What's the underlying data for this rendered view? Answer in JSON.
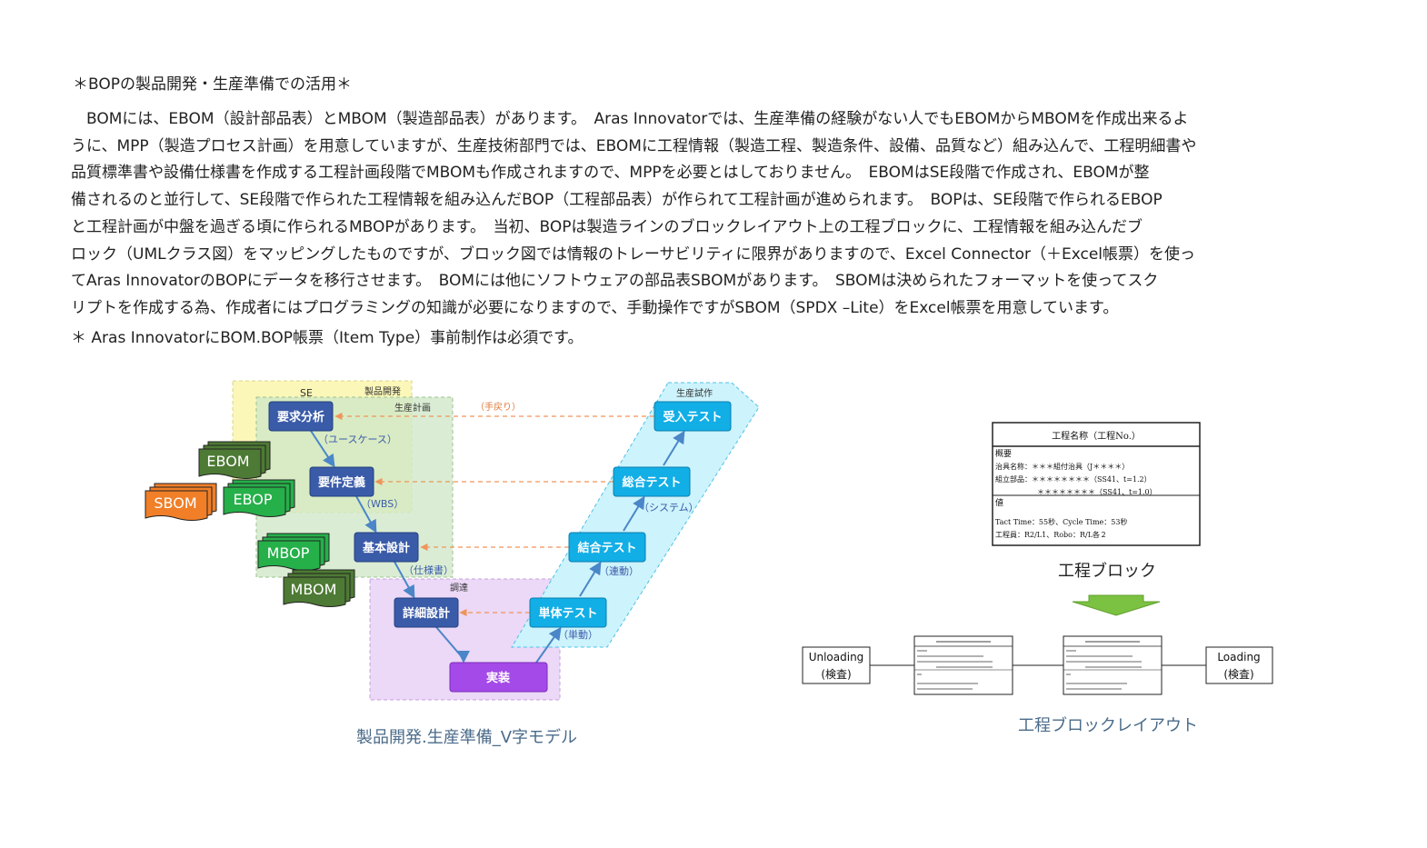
{
  "heading": "＊BOPの製品開発・生産準備での活用＊",
  "paragraph": [
    "　BOMには、EBOM（設計部品表）とMBOM（製造部品表）があります。　Aras Innovatorでは、生産準備の経験がない人でもEBOMからMBOMを作成出来るよ",
    "うに、MPP（製造プロセス計画）を用意していますが、生産技術部門では、EBOMに工程情報（製造工程、製造条件、設備、品質など）組み込んで、工程明細書や",
    "品質標準書や設備仕様書を作成する工程計画段階でMBOMも作成されますので、MPPを必要とはしておりません。　EBOMはSE段階で作成され、EBOMが整",
    "備されるのと並行して、SE段階で作られた工程情報を組み込んだBOP（工程部品表）が作られて工程計画が進められます。　BOPは、SE段階で作られるEBOP",
    "と工程計画が中盤を過ぎる頃に作られるMBOPがあります。　当初、BOPは製造ラインのブロックレイアウト上の工程ブロックに、工程情報を組み込んだブ",
    "ロック（UMLクラス図）をマッピングしたものですが、ブロック図では情報のトレーサビリティに限界がありますので、Excel Connector（＋Excel帳票）を使っ",
    "てAras InnovatorのBOPにデータを移行させます。　BOMには他にソフトウェアの部品表SBOMがあります。　SBOMは決められたフォーマットを使ってスク",
    "リプトを作成する為、作成者にはプログラミングの知識が必要になりますので、手動操作ですがSBOM（SPDX –Lite）をExcel帳票を用意しています。"
  ],
  "note": "＊ Aras InnovatorにBOM.BOP帳票（Item Type）事前制作は必須です。",
  "vmodel": {
    "caption": "製品開発.生産準備_V字モデル",
    "regions": {
      "se": "SE",
      "product_dev": "製品開発",
      "production_planning": "生産計画",
      "procurement": "調達",
      "trial_production": "生産試作"
    },
    "steps": {
      "requirements_analysis": "要求分析",
      "requirements_definition": "要件定義",
      "basic_design": "基本設計",
      "detailed_design": "詳細設計",
      "implementation": "実装",
      "unit_test": "単体テスト",
      "integration_test": "結合テスト",
      "system_test": "総合テスト",
      "acceptance_test": "受入テスト"
    },
    "artifacts": {
      "use_case": "（ユースケース）",
      "wbs": "（WBS）",
      "spec": "（仕様書）",
      "unit": "（単動）",
      "linked": "（連動）",
      "system": "（システム）",
      "rework": "（手戻り）"
    },
    "boms": {
      "ebom": "EBOM",
      "sbom": "SBOM",
      "ebop": "EBOP",
      "mbop": "MBOP",
      "mbom": "MBOM"
    },
    "colors": {
      "step_blue": "#3a5ba8",
      "test_cyan": "#12aee6",
      "impl_purple": "#a44ae8",
      "rework_orange": "#f0955a",
      "ebom_green": "#4d7a34",
      "ebop_green": "#26b04a",
      "sbom_orange": "#f07f28"
    }
  },
  "process_block": {
    "title": "工程名称（工程No.）",
    "overview_label": "概要",
    "jig_line": "治具名称：＊＊＊組付治具（J＊＊＊＊）",
    "parts_line1": "組立部品：＊＊＊＊＊＊＊＊（SS41、t=1.2）",
    "parts_line2": "＊＊＊＊＊＊＊＊（SS41、t=1.0）",
    "value_label": "値",
    "tact_line": "Tact Time：55秒、Cycle Time：53秒",
    "worker_line": "工程員：R2/L1、Robo：R/L各２",
    "caption": "工程ブロック",
    "arrow_color": "#7cc242"
  },
  "layout": {
    "unloading": [
      "Unloading",
      "(検査)"
    ],
    "loading": [
      "Loading",
      "(検査)"
    ],
    "caption": "工程ブロックレイアウト"
  }
}
